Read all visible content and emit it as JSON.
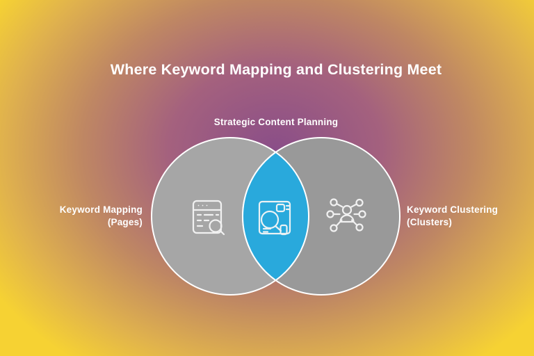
{
  "title": "Where Keyword Mapping and Clustering Meet",
  "diagram": {
    "type": "venn",
    "intersection_label": "Strategic Content Planning",
    "left_set": {
      "label": "Keyword Mapping (Pages)",
      "label_line1": "Keyword Mapping",
      "label_line2": "(Pages)",
      "icon": "browser-search-icon",
      "fill": "#a6a6a6"
    },
    "right_set": {
      "label": "Keyword Clustering (Clusters)",
      "label_line1": "Keyword Clustering",
      "label_line2": "(Clusters)",
      "icon": "person-network-icon",
      "fill": "#999999"
    },
    "intersection": {
      "icon": "content-plan-icon",
      "fill": "#29a9dc"
    }
  },
  "colors": {
    "background_center": "#8a4e88",
    "background_mid": "#bf8763",
    "background_edge": "#f6d233",
    "circle_outline": "#ffffff",
    "text": "#ffffff"
  }
}
